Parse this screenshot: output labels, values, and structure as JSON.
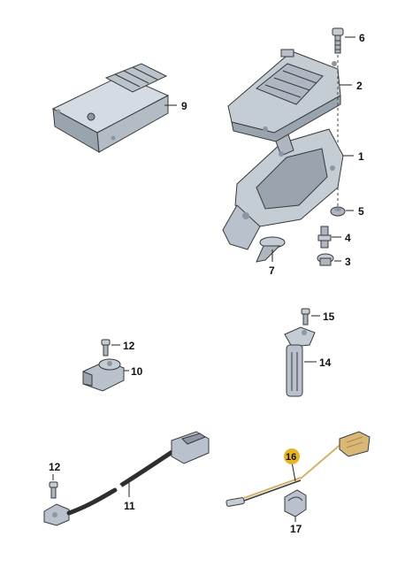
{
  "labels": {
    "p1": "1",
    "p2": "2",
    "p3": "3",
    "p4": "4",
    "p5": "5",
    "p6": "6",
    "p7": "7",
    "p9": "9",
    "p10": "10",
    "p11": "11",
    "p12a": "12",
    "p12b": "12",
    "p14": "14",
    "p15": "15",
    "p16": "16",
    "p17": "17"
  },
  "colors": {
    "part_fill": "#b9c2cc",
    "part_dark": "#8d97a3",
    "part_light": "#d8dee4",
    "highlight_badge": "#e8b424",
    "connector_tan": "#d9b877",
    "wire_tan": "#d4b26a"
  }
}
